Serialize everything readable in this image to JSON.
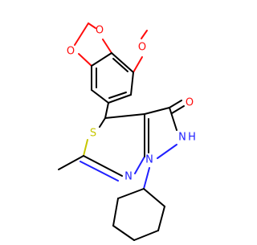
{
  "molecule": {
    "atom_labels": {
      "o_dioxole_top": "O",
      "o_dioxole_left": "O",
      "o_methoxy": "O",
      "o_carbonyl": "O",
      "s_ring": "S",
      "n_imine": "N",
      "nh": "N",
      "nh_h": "H",
      "n_pyrazole": "N"
    },
    "colors": {
      "carbon": "#000000",
      "nitrogen": "#2020ff",
      "oxygen": "#ff0d0d",
      "sulfur": "#c6c600"
    }
  }
}
